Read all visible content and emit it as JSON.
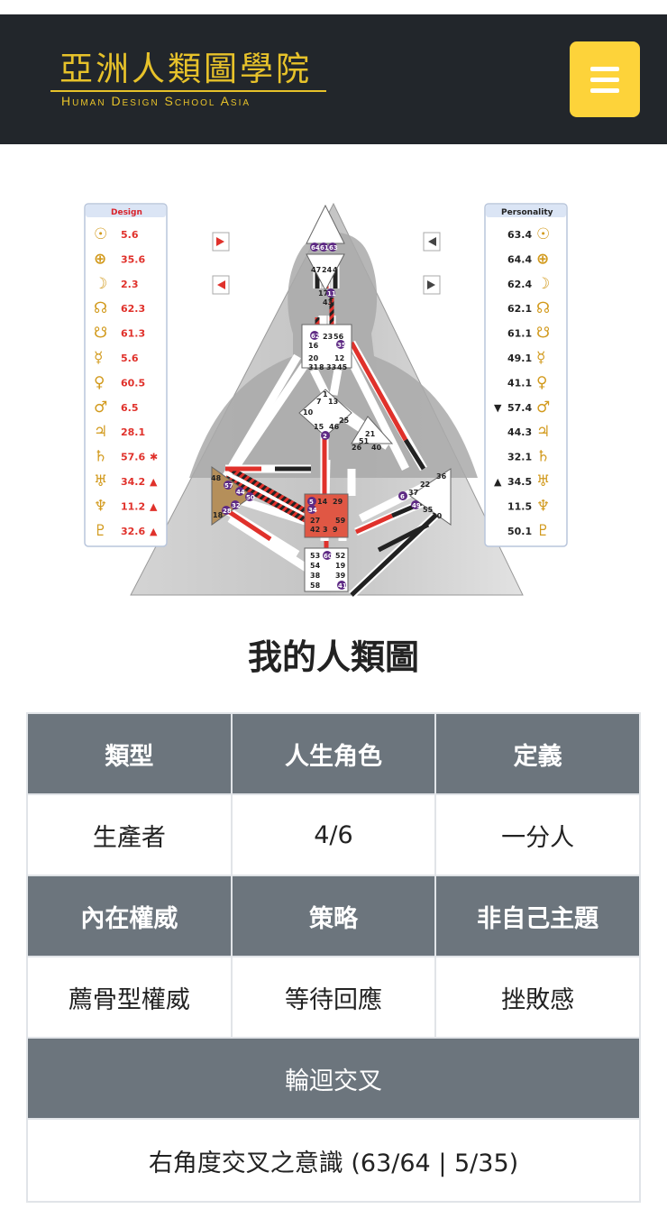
{
  "header": {
    "logo_cn": "亞洲人類圖學院",
    "logo_en": "Human Design School Asia",
    "menu_icon": "hamburger-icon",
    "bg_color": "#22262b",
    "accent_color": "#fdd33a"
  },
  "bodygraph": {
    "design_title": "Design",
    "personality_title": "Personality",
    "design_values": [
      "5.6",
      "35.6",
      "2.3",
      "62.3",
      "61.3",
      "5.6",
      "60.5",
      "6.5",
      "28.1",
      "57.6",
      "34.2",
      "11.2",
      "32.6"
    ],
    "design_marks": [
      "",
      "",
      "",
      "",
      "",
      "",
      "",
      "",
      "",
      "✱",
      "▲",
      "▲",
      "▲"
    ],
    "personality_values": [
      "63.4",
      "64.4",
      "62.4",
      "62.1",
      "61.1",
      "49.1",
      "41.1",
      "57.4",
      "44.3",
      "32.1",
      "34.5",
      "11.5",
      "50.1"
    ],
    "personality_marks": [
      "",
      "",
      "",
      "",
      "",
      "",
      "",
      "▼",
      "",
      "",
      "▲",
      "",
      ""
    ],
    "planet_symbols": [
      "☉",
      "⊕",
      "☽",
      "☊",
      "☋",
      "☿",
      "♀",
      "♂",
      "♃",
      "♄",
      "♅",
      "♆",
      "♇"
    ],
    "colors": {
      "design": "#e0312b",
      "personality": "#222222",
      "planet": "#d29a1d",
      "defined_sacral": "#e0312b",
      "defined_spleen": "#b58f5a",
      "open_center": "#ffffff"
    }
  },
  "section_title": "我的人類圖",
  "info_table": {
    "row1_headers": [
      "類型",
      "人生角色",
      "定義"
    ],
    "row1_values": [
      "生產者",
      "4/6",
      "一分人"
    ],
    "row2_headers": [
      "內在權威",
      "策略",
      "非自己主題"
    ],
    "row2_values": [
      "薦骨型權威",
      "等待回應",
      "挫敗感"
    ],
    "cross_header": "輪迴交叉",
    "cross_value": "右角度交叉之意識 (63/64 | 5/35)"
  }
}
